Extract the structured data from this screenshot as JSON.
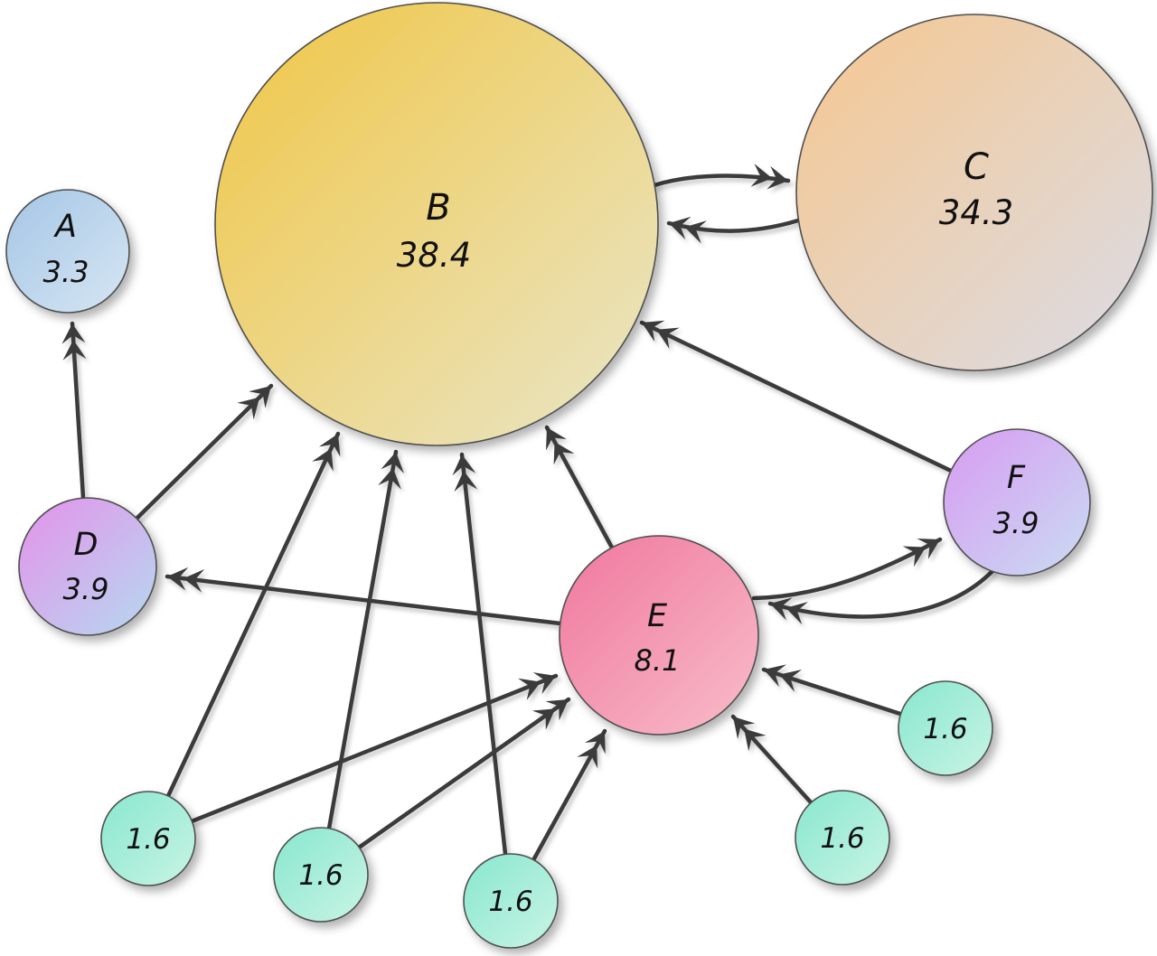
{
  "palette": {
    "background": "#ffffff",
    "edge": "#3a3a3a",
    "node_border": "#4f4f4f",
    "node_a_start": "#a5c6e6",
    "node_a_end": "#d6e6f3",
    "node_b_start": "#f0c645",
    "node_b_end": "#e9e6c9",
    "node_c_start": "#f6c78f",
    "node_c_end": "#dbdce6",
    "node_d_start": "#e592ea",
    "node_d_end": "#b5d9f0",
    "node_e_start": "#f0779e",
    "node_e_end": "#f8bdc9",
    "node_f_start": "#d89bf2",
    "node_f_end": "#c9dcf2",
    "node_small_start": "#88e7cf",
    "node_small_end": "#c9f4e4"
  },
  "nodes": {
    "A": {
      "label": "A",
      "value": "3.3"
    },
    "B": {
      "label": "B",
      "value": "38.4"
    },
    "C": {
      "label": "C",
      "value": "34.3"
    },
    "D": {
      "label": "D",
      "value": "3.9"
    },
    "E": {
      "label": "E",
      "value": "8.1"
    },
    "F": {
      "label": "F",
      "value": "3.9"
    },
    "s1": {
      "value": "1.6"
    },
    "s2": {
      "value": "1.6"
    },
    "s3": {
      "value": "1.6"
    },
    "s4": {
      "value": "1.6"
    },
    "s5": {
      "value": "1.6"
    }
  },
  "edges": [
    {
      "from": "D",
      "to": "A"
    },
    {
      "from": "D",
      "to": "B"
    },
    {
      "from": "B",
      "to": "C"
    },
    {
      "from": "C",
      "to": "B"
    },
    {
      "from": "F",
      "to": "B"
    },
    {
      "from": "E",
      "to": "B"
    },
    {
      "from": "E",
      "to": "D"
    },
    {
      "from": "E",
      "to": "F"
    },
    {
      "from": "F",
      "to": "E"
    },
    {
      "from": "s1",
      "to": "B"
    },
    {
      "from": "s2",
      "to": "B"
    },
    {
      "from": "s3",
      "to": "B"
    },
    {
      "from": "s1",
      "to": "E"
    },
    {
      "from": "s2",
      "to": "E"
    },
    {
      "from": "s3",
      "to": "E"
    },
    {
      "from": "s4",
      "to": "E"
    },
    {
      "from": "s5",
      "to": "E"
    }
  ]
}
